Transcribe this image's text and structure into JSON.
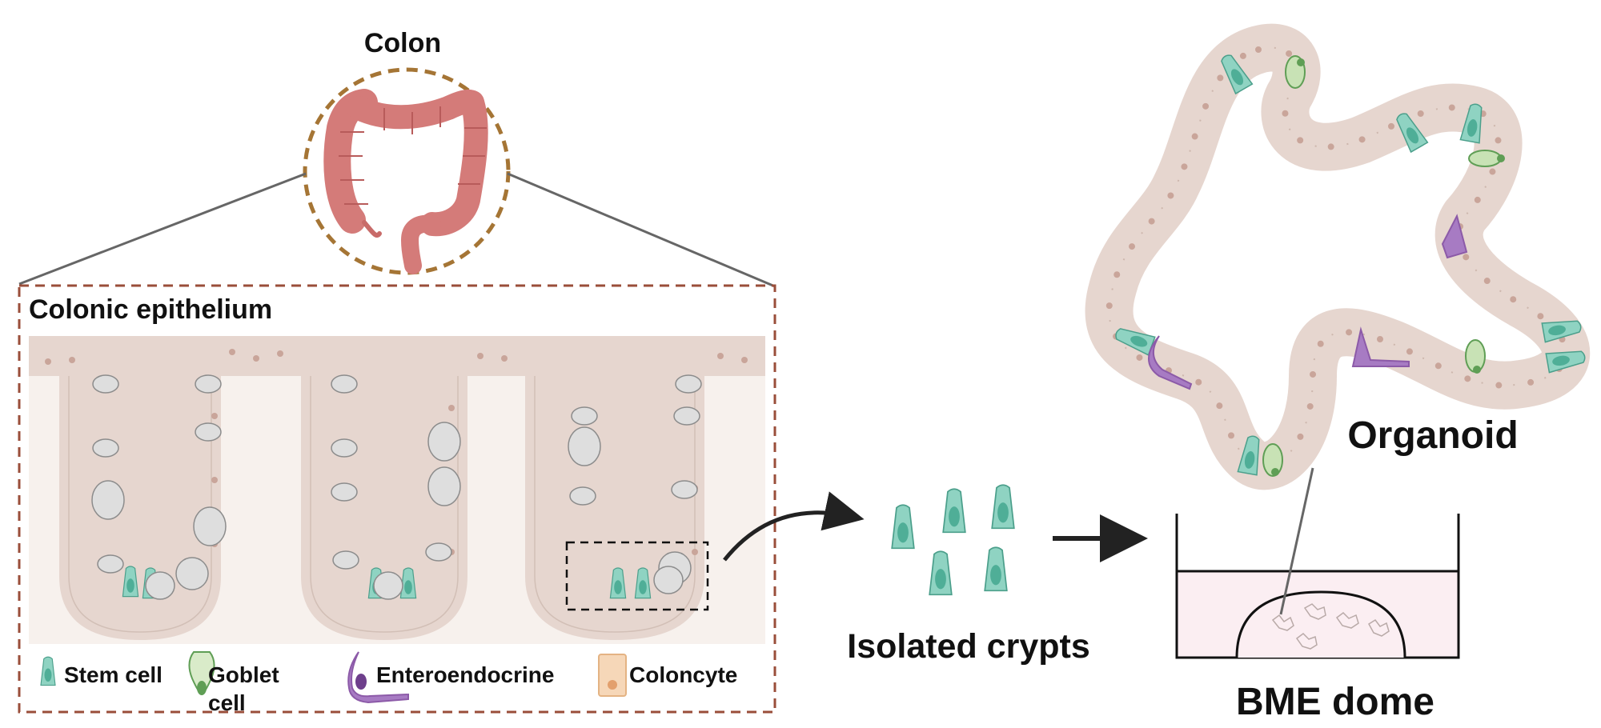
{
  "labels": {
    "colon": "Colon",
    "colonic_epithelium": "Colonic epithelium",
    "isolated_crypts": "Isolated crypts",
    "organoid": "Organoid",
    "bme_dome": "BME dome"
  },
  "legend": [
    {
      "icon": "stem-cell-icon",
      "label": "Stem cell",
      "color": "#7fcab7"
    },
    {
      "icon": "goblet-cell-icon",
      "label_line1": "Goblet",
      "label_line2": "cell",
      "color": "#5f9e55"
    },
    {
      "icon": "enteroendocrine-icon",
      "label": "Enteroendocrine",
      "color": "#8c5aa8"
    },
    {
      "icon": "colonocyte-icon",
      "label": "Coloncyte",
      "color": "#f3c9a2"
    }
  ],
  "colors": {
    "colon": "#d47b79",
    "colon_circle": "#a57535",
    "tissue": "#e6d6cf",
    "tissue_bg": "#f7f1ed",
    "inset_border": "#9a4e3a",
    "stem_cell": "#7fcab7",
    "goblet_cell": "#5f9e55",
    "enteroendocrine": "#8c5aa8",
    "coloncyte": "#f3c9a2",
    "dome_fill": "#fbeef2"
  }
}
